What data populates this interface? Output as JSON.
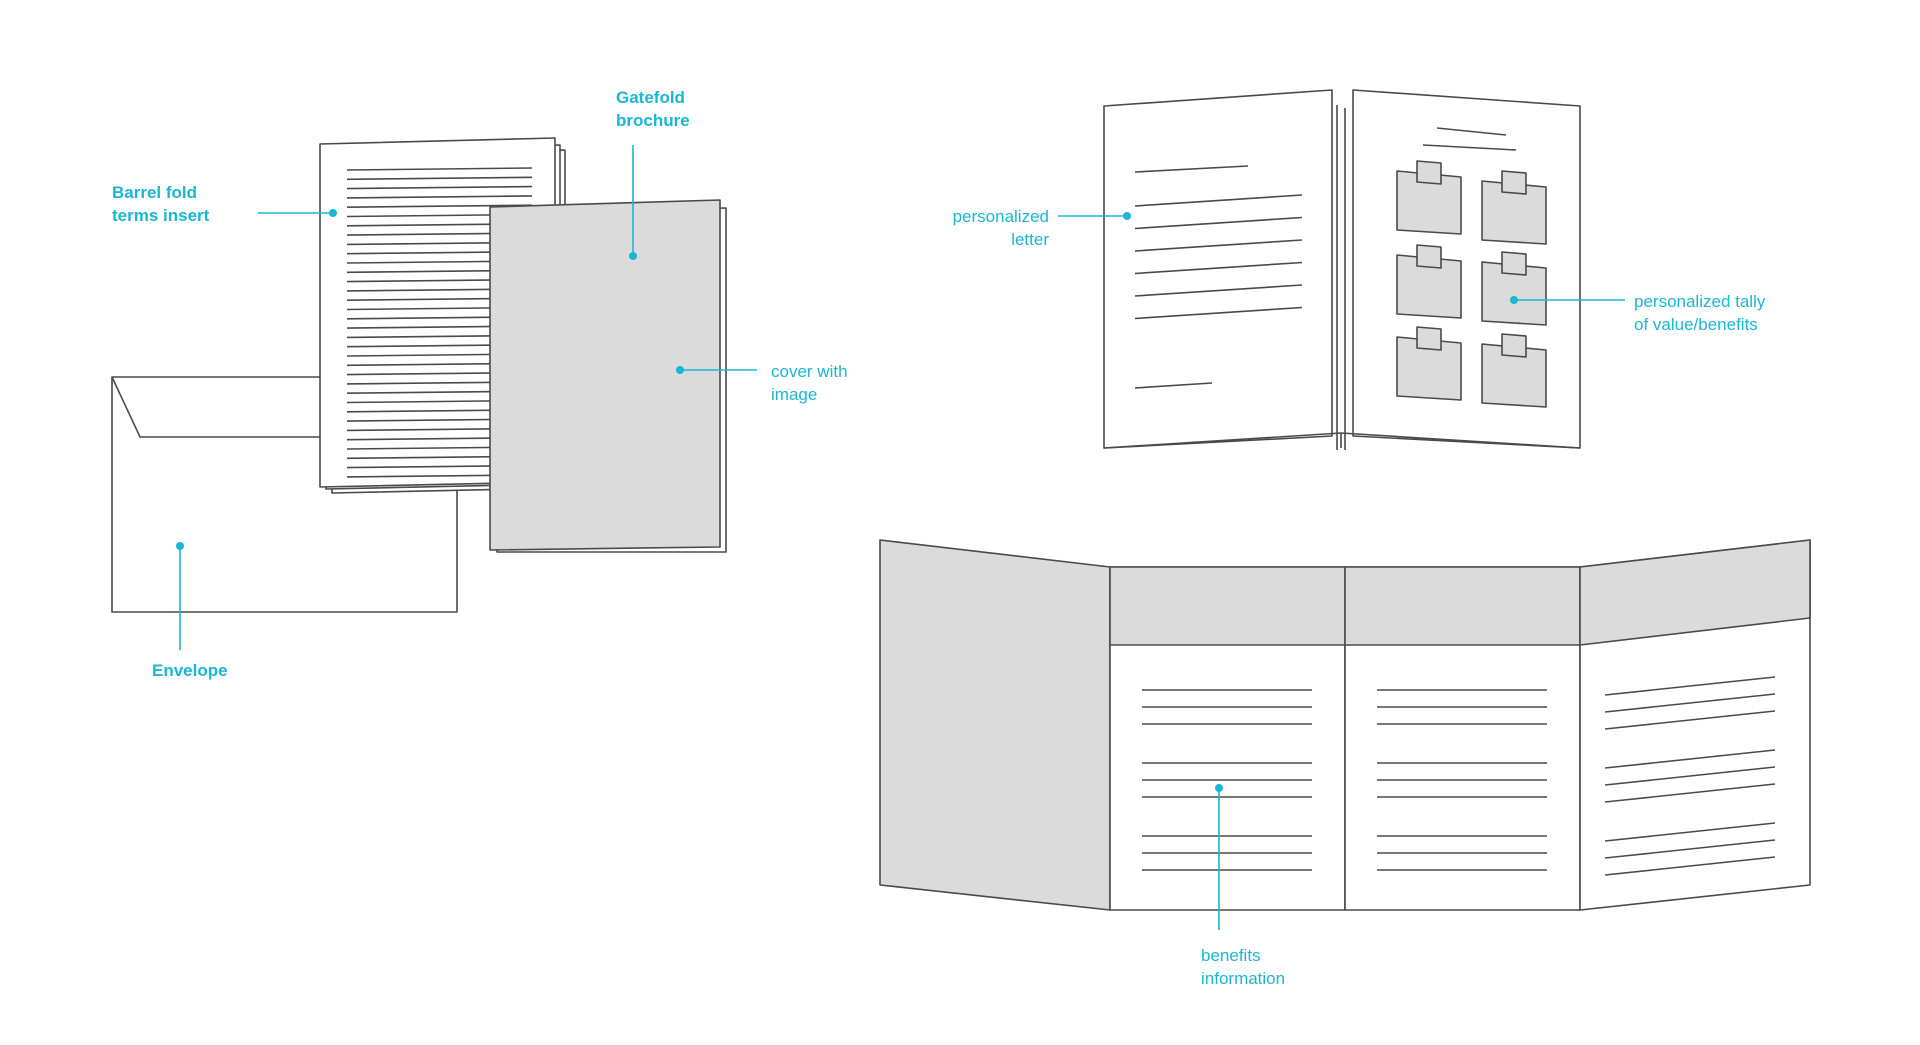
{
  "labels": {
    "gatefold": [
      "Gatefold",
      "brochure"
    ],
    "barrel": [
      "Barrel fold",
      "terms insert"
    ],
    "cover": [
      "cover with",
      "image"
    ],
    "envelope": [
      "Envelope"
    ],
    "letter": [
      "personalized",
      "letter"
    ],
    "tally": [
      "personalized tally",
      "of value/benefits"
    ],
    "benefits": [
      "benefits",
      "information"
    ]
  },
  "colors": {
    "accent": "#1ab6d4",
    "outline": "#4a4a4a",
    "fill": "#dcdbdc"
  }
}
